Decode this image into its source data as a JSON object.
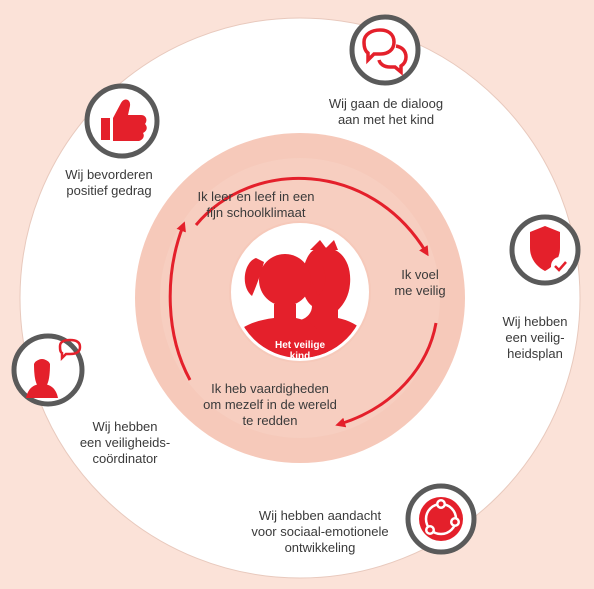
{
  "center": {
    "label": "Het veilige\nkind"
  },
  "inner_cycle": [
    {
      "id": "schoolklimaat",
      "text": "Ik leer en leef in een\nfijn schoolklimaat"
    },
    {
      "id": "veilig",
      "text": "Ik voel\nme veilig"
    },
    {
      "id": "vaardigheden",
      "text": "Ik heb vaardigheden\nom mezelf in de wereld\nte redden"
    }
  ],
  "outer_items": [
    {
      "id": "dialoog",
      "icon": "speech-bubbles-icon",
      "text": "Wij gaan de dialoog\naan met het kind"
    },
    {
      "id": "veiligheidsplan",
      "icon": "shield-check-icon",
      "text": "Wij hebben\neen veilig-\nheidsplan"
    },
    {
      "id": "sociaal",
      "icon": "network-circle-icon",
      "text": "Wij hebben aandacht\nvoor sociaal-emotionele\nontwikkeling"
    },
    {
      "id": "coordinator",
      "icon": "person-speech-icon",
      "text": "Wij hebben\neen veiligheids-\ncoördinator"
    },
    {
      "id": "gedrag",
      "icon": "thumbs-up-icon",
      "text": "Wij bevorderen\npositief gedrag"
    }
  ],
  "colors": {
    "background": "#fbe2d8",
    "outer_ring": "#ffffff",
    "inner_disk": "#f6c9ba",
    "accent": "#e4202b",
    "icon_ring": "#5a5a5a",
    "text": "#3a3a3a"
  }
}
